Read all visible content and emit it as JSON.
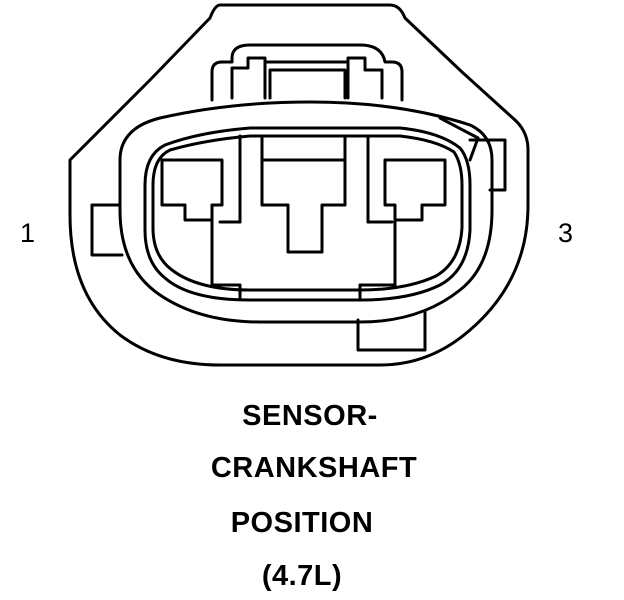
{
  "pins": {
    "left": "1",
    "right": "3"
  },
  "caption": {
    "line1": "SENSOR-",
    "line2": "CRANKSHAFT",
    "line3": "POSITION",
    "line4": "(4.7L)"
  },
  "colors": {
    "stroke": "#000000",
    "background": "#ffffff"
  }
}
